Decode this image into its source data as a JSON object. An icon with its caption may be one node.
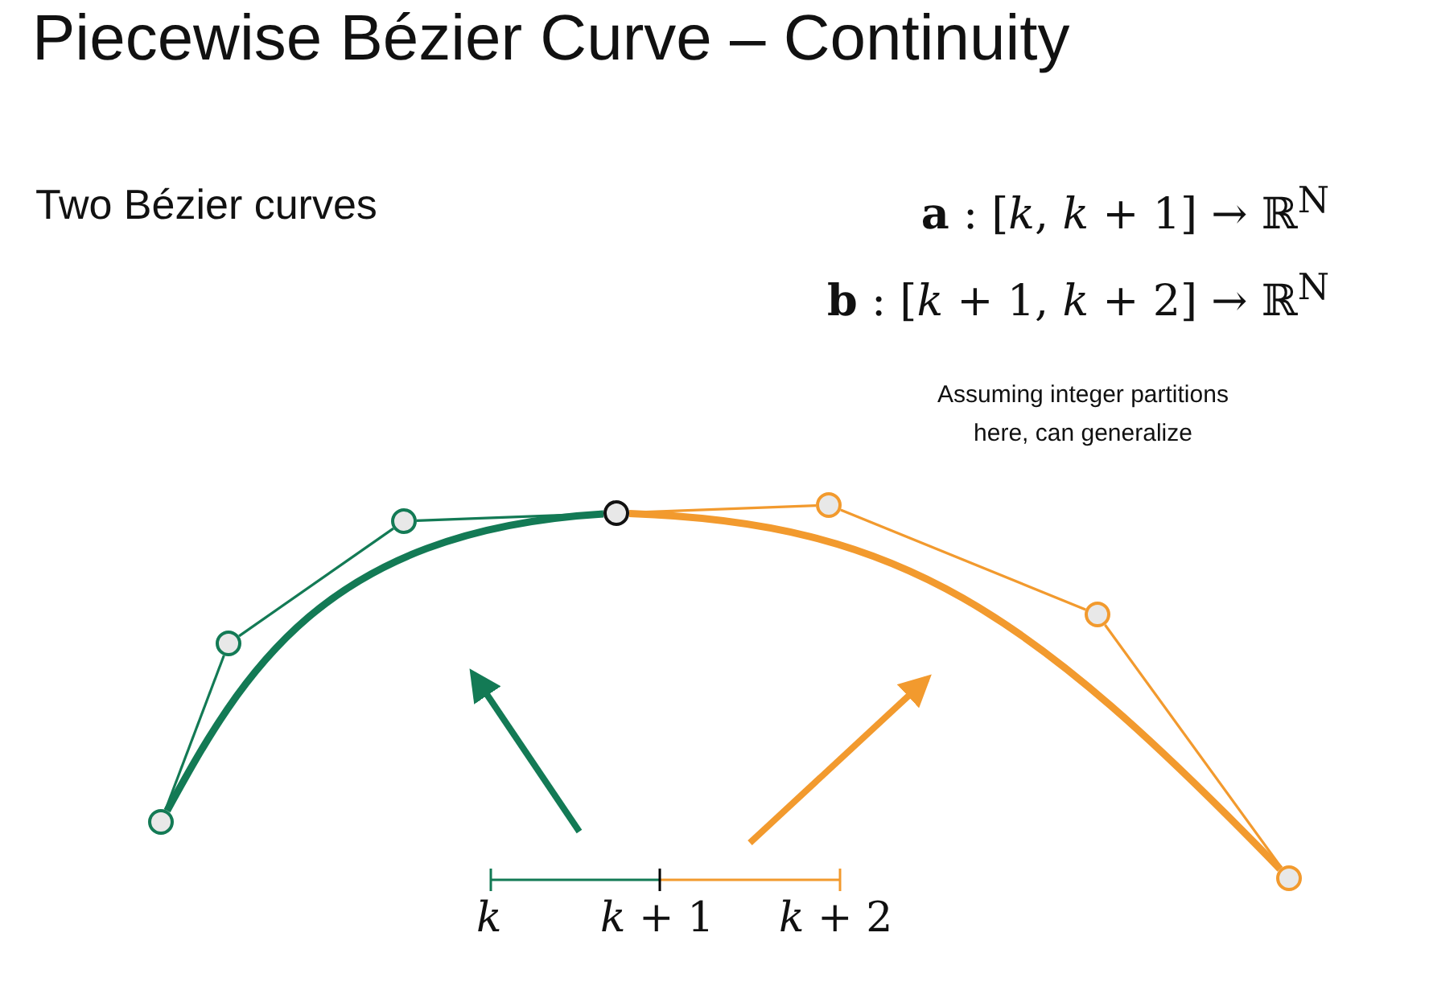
{
  "diagram": {
    "title": "Piecewise Bézier Curve – Continuity",
    "nodes": [
      {
        "text": [],
        "shape": "circle"
      },
      {
        "text": [],
        "shape": "circle"
      },
      {
        "text": [],
        "shape": "circle"
      },
      {
        "text": [],
        "shape": "circle"
      },
      {
        "text": [],
        "shape": "circle"
      },
      {
        "text": [],
        "shape": "circle"
      },
      {
        "text": [],
        "shape": "circle"
      }
    ],
    "edges": [
      {
        "from": 0,
        "to": 1,
        "arrow": "none",
        "color": "#137a55"
      },
      {
        "from": 1,
        "to": 2,
        "arrow": "none",
        "color": "#137a55"
      },
      {
        "from": 2,
        "to": 3,
        "arrow": "none",
        "color": "#137a55"
      },
      {
        "from": 3,
        "to": 4,
        "arrow": "none",
        "color": "#f29a2e"
      },
      {
        "from": 4,
        "to": 5,
        "arrow": "none",
        "color": "#f29a2e"
      },
      {
        "from": 5,
        "to": 6,
        "arrow": "none",
        "color": "#f29a2e"
      },
      {
        "from": 0,
        "to": 3,
        "arrow": "none",
        "style": "thick",
        "color": "#137a55"
      },
      {
        "from": 3,
        "to": 6,
        "arrow": "none",
        "style": "thick",
        "color": "#f29a2e"
      }
    ],
    "labels": [
      "Two Bézier curves",
      "**a** : [*k*, *k* + 1] → ℝ$^{N}$",
      "**b** : [*k* + 1, *k* + 2] → ℝ$^{N}$",
      "Assuming integer partitions here, can generalize",
      "*k*",
      "*k* + 1",
      "*k* + 2"
    ]
  }
}
